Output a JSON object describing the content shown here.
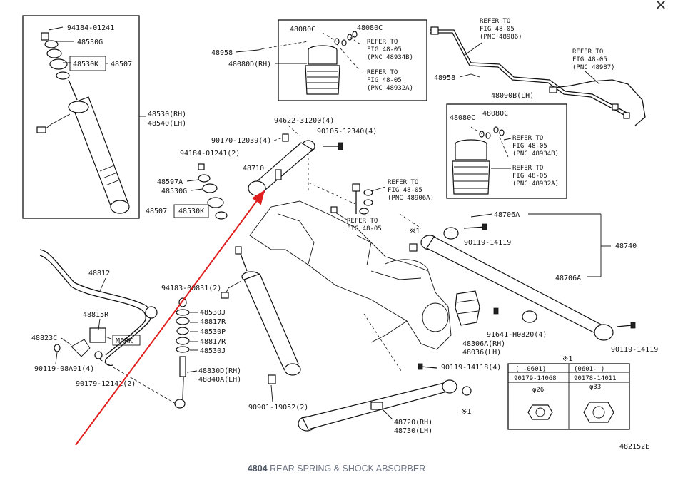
{
  "window": {
    "close_glyph": "✕",
    "close_icon": "close-icon"
  },
  "caption": {
    "code": "4804",
    "title": "REAR SPRING & SHOCK ABSORBER"
  },
  "diagram_id": "482152E",
  "labels": {
    "p94184_01241_top": "94184-01241",
    "p48530G_top": "48530G",
    "p48530K_top": "48530K",
    "p48507_top": "48507",
    "p48530RH": "48530(RH)",
    "p48540LH": "48540(LH)",
    "p48080C_a": "48080C",
    "p48080C_b": "48080C",
    "p48958_a": "48958",
    "p48080D": "48080D(RH)",
    "ref_48934B_a_1": "REFER TO",
    "ref_48934B_a_2": "FIG 48-05",
    "ref_48934B_a_3": "(PNC 48934B)",
    "ref_48932A_a_1": "REFER TO",
    "ref_48932A_a_2": "FIG 48-05",
    "ref_48932A_a_3": "(PNC 48932A)",
    "ref_48986_1": "REFER TO",
    "ref_48986_2": "FIG 48-05",
    "ref_48986_3": "(PNC 48986)",
    "ref_48987_1": "REFER TO",
    "ref_48987_2": "FIG 48-05",
    "ref_48987_3": "(PNC 48987)",
    "p48958_b": "48958",
    "p48090B": "48090B(LH)",
    "p48080C_c": "48080C",
    "p48080C_d": "48080C",
    "ref_48934B_b_1": "REFER TO",
    "ref_48934B_b_2": "FIG 48-05",
    "ref_48934B_b_3": "(PNC 48934B)",
    "ref_48932A_b_1": "REFER TO",
    "ref_48932A_b_2": "FIG 48-05",
    "ref_48932A_b_3": "(PNC 48932A)",
    "p94622": "94622-31200(4)",
    "p90170": "90170-12039(4)",
    "p90105": "90105-12340(4)",
    "p94184_2": "94184-01241(2)",
    "p48710": "48710",
    "p48597A": "48597A",
    "p48530G_mid": "48530G",
    "p48507_mid": "48507",
    "p48530K_mid": "48530K",
    "ref_48906A_1": "REFER TO",
    "ref_48906A_2": "FIG 48-05",
    "ref_48906A_3": "(PNC 48906A)",
    "ref_fig_1": "REFER TO",
    "ref_fig_2": "FIG 48-05",
    "p48706A_top": "48706A",
    "star1_a": "※1",
    "p90119_14119_a": "90119-14119",
    "p48740": "48740",
    "p48812": "48812",
    "p94183": "94183-00831(2)",
    "p48530J_a": "48530J",
    "p48817R_a": "48817R",
    "p48530P": "48530P",
    "p48817R_b": "48817R",
    "p48530J_b": "48530J",
    "p48815R": "48815R",
    "p48823C": "48823C",
    "mark": "MARK",
    "p90119_08A91": "90119-08A91(4)",
    "p90179_12141": "90179-12141(2)",
    "p48830D": "48830D(RH)",
    "p48840A": "48840A(LH)",
    "p48706A_bot": "48706A",
    "p91641": "91641-H0820(4)",
    "p48306A": "48306A(RH)",
    "p48036": "48036(LH)",
    "p90119_14119_b": "90119-14119",
    "p90119_14118": "90119-14118(4)",
    "p90901": "90901-19052(2)",
    "p48720": "48720(RH)",
    "p48730": "48730(LH)",
    "star1_b": "※1",
    "table_star": "※1",
    "col1_range": "( -0601)",
    "col2_range": "(0601- )",
    "col1_part": "90179-14068",
    "col2_part": "90178-14011",
    "col1_dia": "φ26",
    "col2_dia": "φ33"
  },
  "colors": {
    "arrow": "#e11d1d",
    "ink": "#111111",
    "caption": "#6b7280"
  }
}
